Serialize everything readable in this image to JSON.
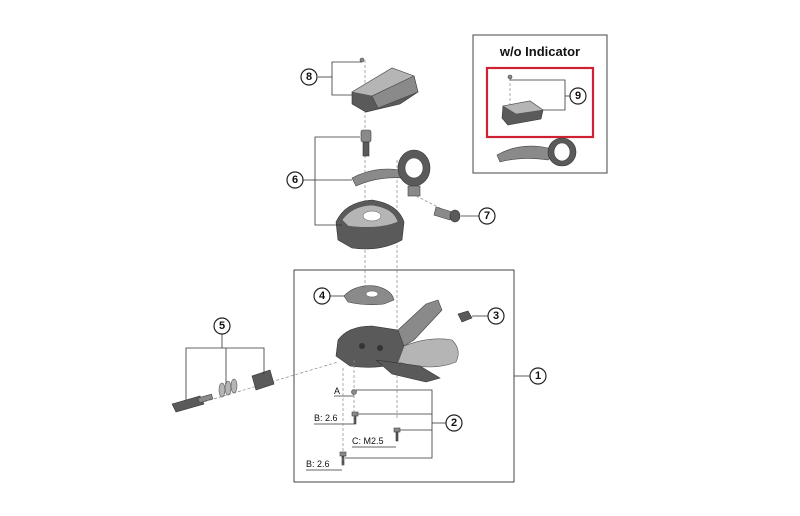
{
  "inset": {
    "title": "w/o Indicator",
    "highlight_color": "#cc2233"
  },
  "callouts": {
    "c1": "1",
    "c2": "2",
    "c3": "3",
    "c4": "4",
    "c5": "5",
    "c6": "6",
    "c7": "7",
    "c8": "8",
    "c9": "9"
  },
  "screw_labels": {
    "a": "A",
    "b_upper": "B: 2.6",
    "c": "C: M2.5",
    "b_lower": "B: 2.6"
  }
}
